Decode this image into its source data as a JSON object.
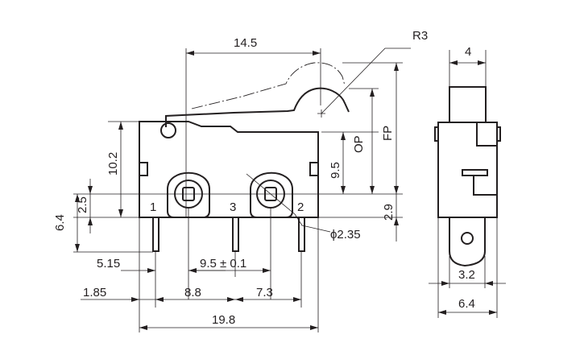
{
  "labels": {
    "dim_14_5": "14.5",
    "radius": "R3",
    "dim_4": "4",
    "dim_10_2": "10.2",
    "dim_2_5": "2.5",
    "dim_6_4_left": "6.4",
    "op": "OP",
    "fp": "FP",
    "dim_9_5": "9.5",
    "dim_2_9": "2.9",
    "terminal_1": "1",
    "terminal_3": "3",
    "terminal_2": "2",
    "hole_diameter": "ϕ2.35",
    "dim_5_15": "5.15",
    "dim_9_5_tol": "9.5 ± 0.1",
    "dim_1_85": "1.85",
    "dim_8_8": "8.8",
    "dim_7_3": "7.3",
    "dim_19_8": "19.8",
    "dim_3_2": "3.2",
    "dim_6_4_side": "6.4"
  }
}
